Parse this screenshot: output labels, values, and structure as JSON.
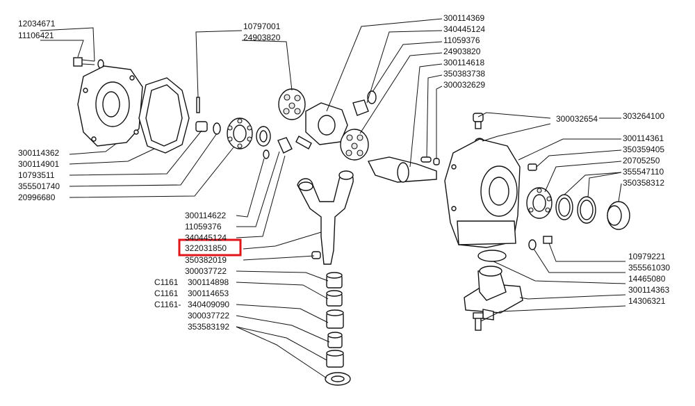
{
  "diagram": {
    "highlighted_part": "322031850",
    "highlight_color": "#e0161b",
    "labels": {
      "p12034671": "12034671",
      "p11106421": "11106421",
      "p10797001": "10797001",
      "p24903820a": "24903820",
      "p300114369": "300114369",
      "p340445124a": "340445124",
      "p11059376a": "11059376",
      "p24903820b": "24903820",
      "p300114618": "300114618",
      "p350383738": "350383738",
      "p300032629": "300032629",
      "p300032654": "300032654",
      "p303264100": "303264100",
      "p300114361": "300114361",
      "p350359405": "350359405",
      "p20705250": "20705250",
      "p355547110": "355547110",
      "p350358312": "350358312",
      "p300114362": "300114362",
      "p300114901": "300114901",
      "p10793511": "10793511",
      "p355501740": "355501740",
      "p20996680": "20996680",
      "p300114622": "300114622",
      "p11059376b": "11059376",
      "p340445124b": "340445124",
      "p322031850": "322031850",
      "p350382019": "350382019",
      "p300037722a": "300037722",
      "c1161a": "C1161",
      "p300114898": "300114898",
      "c1161b": "C1161",
      "p300114653": "300114653",
      "c1161c": "C1161-",
      "p340409090": "340409090",
      "p300037722b": "300037722",
      "p353583192": "353583192",
      "p10979221": "10979221",
      "p355561030": "355561030",
      "p14465080": "14465080",
      "p300114363": "300114363",
      "p14306321": "14306321"
    }
  }
}
